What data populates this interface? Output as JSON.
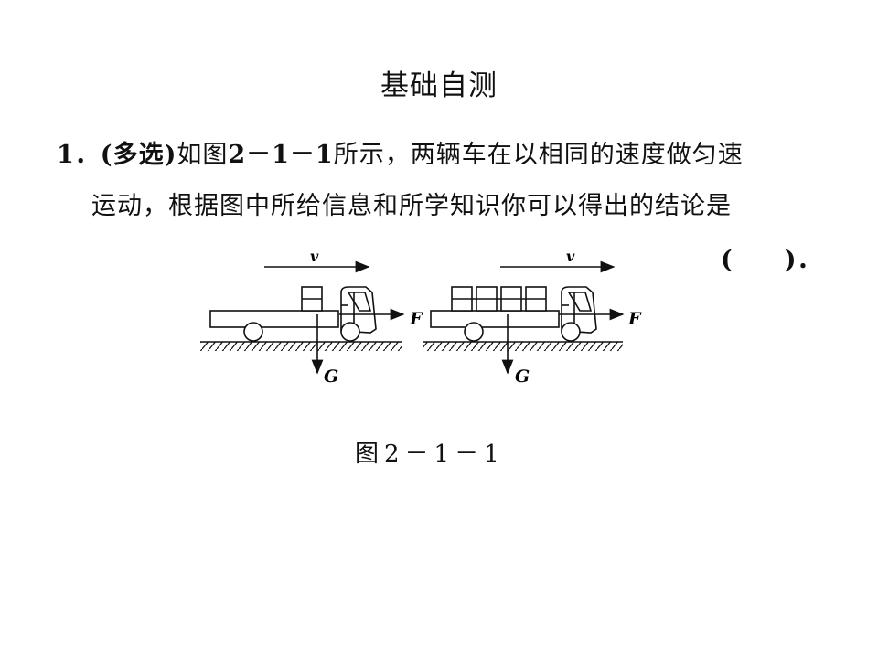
{
  "heading": "基础自测",
  "question": {
    "number": "1．",
    "tag": "(多选)",
    "intro": "如图",
    "figure_ref": "2－1－1",
    "text_line1_rest": "所示，两辆车在以相同的速度做匀速",
    "text_line2": "运动，根据图中所给信息和所学知识你可以得出的结论是",
    "answer_blank": "(　　)．"
  },
  "figure": {
    "velocity_label": "v",
    "force_label": "F",
    "gravity_label": "G",
    "caption": "图2－1－1"
  }
}
